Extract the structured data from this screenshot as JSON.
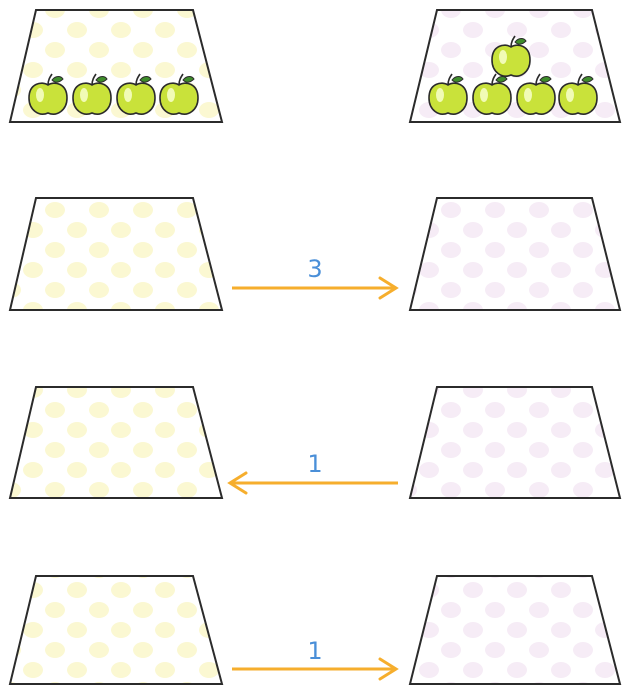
{
  "colors": {
    "outline": "#2b2b2b",
    "yellow_dots": "#fbf8d2",
    "pink_dots": "#f6ecf6",
    "arrow": "#f6ae2d",
    "number": "#4a8fd8",
    "apple_fill": "#c9e23a",
    "apple_shine": "#f1fbb6",
    "apple_leaf": "#3f8d2b"
  },
  "rows": [
    {
      "left_plate": {
        "apples": 4
      },
      "right_plate": {
        "apples": 5
      },
      "arrow": null
    },
    {
      "left_plate": {
        "apples": 0
      },
      "right_plate": {
        "apples": 0
      },
      "arrow": {
        "direction": "right",
        "label": "3"
      }
    },
    {
      "left_plate": {
        "apples": 0
      },
      "right_plate": {
        "apples": 0
      },
      "arrow": {
        "direction": "left",
        "label": "1"
      }
    },
    {
      "left_plate": {
        "apples": 0
      },
      "right_plate": {
        "apples": 0
      },
      "arrow": {
        "direction": "right",
        "label": "1"
      }
    }
  ]
}
